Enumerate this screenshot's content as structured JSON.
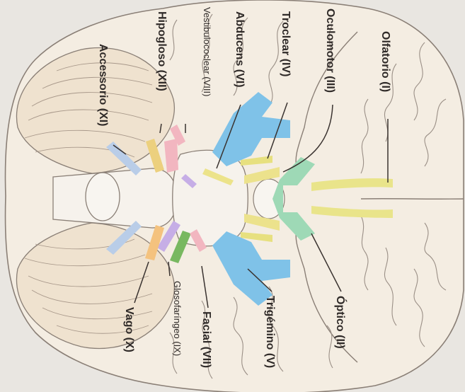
{
  "labels": {
    "olfatorio": "Olfatorio (I)",
    "optico": "Óptico (II)",
    "oculomotor": "Oculomotor (III)",
    "troclear": "Troclear (IV)",
    "trigemino": "Trigémino (V)",
    "abducens": "Abducens (VI)",
    "facial": "Facial (VII)",
    "vestibulococlear": "Vestibulococlear (VIII)",
    "glosofaringeo": "Glosofaríngeo (IX)",
    "vago": "Vago (X)",
    "accesorio": "Accessorio (XI)",
    "hipogloso": "Hipogloso (XII)"
  },
  "colors": {
    "background": "#e9e6e1",
    "brain": "#f4ede2",
    "cerebellum": "#efe2cf",
    "olfactory": "#e9e48a",
    "optic": "#9ed9b6",
    "oculomotor": "#ece28c",
    "trochlear": "#e7e07f",
    "trigeminal": "#7fc2e8",
    "abducens": "#ece38a",
    "facial": "#78b860",
    "vestibulocochlear": "#f2b6c0",
    "glossopharyngeal": "#c6aee6",
    "vagus": "#f4c27e",
    "accessory": "#b9cde8",
    "hypoglossal": "#ecd07e"
  }
}
